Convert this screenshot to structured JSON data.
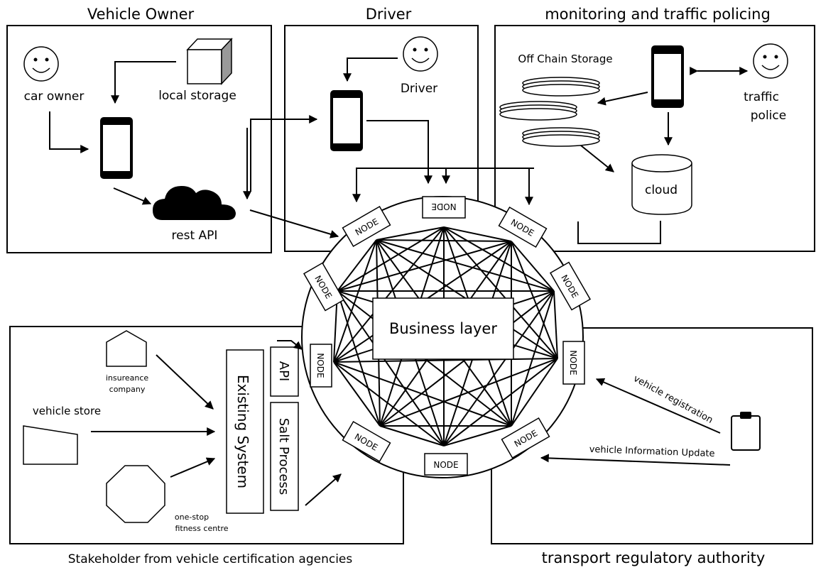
{
  "sections": {
    "vehicle_owner": {
      "title": "Vehicle Owner",
      "actor": "car owner",
      "storage": "local storage",
      "api": "rest API"
    },
    "driver": {
      "title": "Driver",
      "actor": "Driver"
    },
    "monitoring": {
      "title": "monitoring and traffic policing",
      "storage": "Off Chain Storage",
      "actor_line1": "traffic",
      "actor_line2": "police",
      "cloud": "cloud"
    },
    "stakeholder": {
      "title": "Stakeholder from vehicle certification agencies",
      "insurance_line1": "insureance",
      "insurance_line2": "company",
      "store": "vehicle store",
      "fitness_line1": "one-stop",
      "fitness_line2": "fitness centre",
      "existing": "Existing System",
      "api": "API",
      "salt": "Salt Process"
    },
    "authority": {
      "title": "transport regulatory authority",
      "registration": "vehicle registration",
      "update": "vehicle Information Update"
    }
  },
  "network": {
    "center_label": "Business layer",
    "node_label": "NODE"
  }
}
